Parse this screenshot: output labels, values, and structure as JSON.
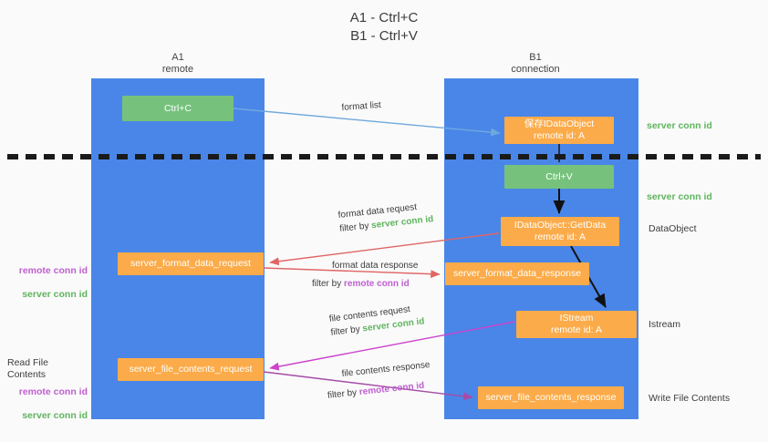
{
  "title": "A1 - Ctrl+C\nB1 - Ctrl+V",
  "columns": {
    "left": {
      "name": "A1",
      "role": "remote",
      "header": "A1\nremote"
    },
    "right": {
      "name": "B1",
      "role": "connection",
      "header": "B1\nconnection"
    }
  },
  "nodes": {
    "ctrl_c": {
      "label": "Ctrl+C",
      "color": "#76c27c"
    },
    "save_idataobject": {
      "label": "保存IDataObject\nremote id: A",
      "color": "#fbab49"
    },
    "ctrl_v": {
      "label": "Ctrl+V",
      "color": "#76c27c"
    },
    "getdata": {
      "label": "IDataObject::GetData\nremote id: A",
      "color": "#fbab49"
    },
    "istream": {
      "label": "IStream\nremote id: A",
      "color": "#fbab49"
    },
    "server_format_data_request": {
      "label": "server_format_data_request",
      "color": "#fbab49"
    },
    "server_format_data_response": {
      "label": "server_format_data_response",
      "color": "#fbab49"
    },
    "server_file_contents_request": {
      "label": "server_file_contents_request",
      "color": "#fbab49"
    },
    "server_file_contents_response": {
      "label": "server_file_contents_response",
      "color": "#fbab49"
    }
  },
  "edge_labels": {
    "format_list": "format list",
    "format_data_request": "format data request",
    "format_data_request_filter_prefix": "filter by ",
    "format_data_request_filter_value": "server conn id",
    "format_data_response": "format data response",
    "format_data_response_filter_prefix": "filter by ",
    "format_data_response_filter_value": "remote conn id",
    "file_contents_request": "file contents request",
    "file_contents_request_filter_prefix": "filter by ",
    "file_contents_request_filter_value": "server conn id",
    "file_contents_response": "file contents response",
    "file_contents_response_filter_prefix": "filter by ",
    "file_contents_response_filter_value": "remote conn id"
  },
  "annotations": {
    "right_server_conn_id_top": "server conn id",
    "right_server_conn_id_mid": "server conn id",
    "dataobject": "DataObject",
    "istream": "Istream",
    "write_file_contents": "Write File Contents",
    "read_file_contents": "Read File Contents",
    "left_remote_conn_id_top": "remote conn id",
    "left_server_conn_id_top": "server conn id",
    "left_remote_conn_id_bottom": "remote conn id",
    "left_server_conn_id_bottom": "server conn id"
  },
  "colors": {
    "lane": "#4a86e8",
    "green_node": "#76c27c",
    "orange_node": "#fbab49",
    "green_text": "#5fb45f",
    "purple_text": "#bf5fd0",
    "arrow_blue": "#6fa8dc",
    "arrow_red": "#e06666",
    "arrow_magenta": "#cc44cc",
    "arrow_purple": "#a64ca6",
    "arrow_black": "#111111",
    "background": "#fafafa"
  }
}
